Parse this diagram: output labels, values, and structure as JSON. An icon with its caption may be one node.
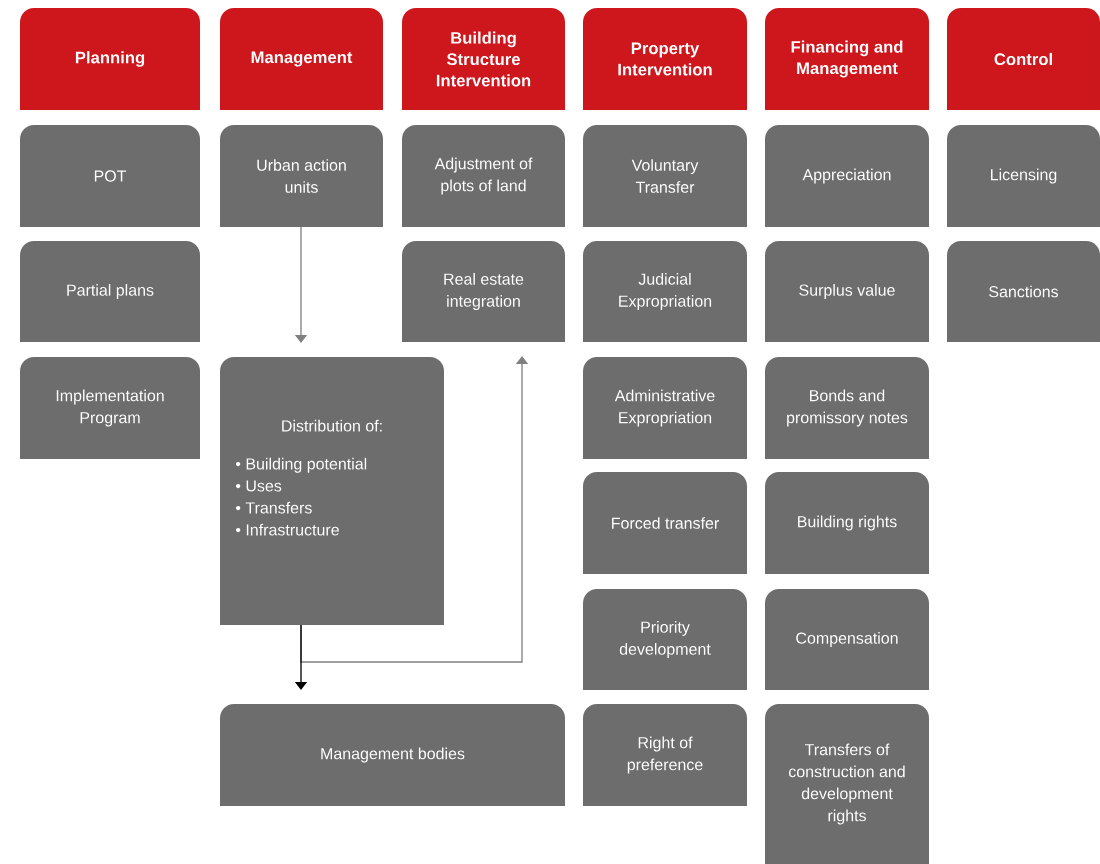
{
  "diagram": {
    "nodes": [
      {
        "text": [
          "Planning"
        ]
      },
      {
        "text": [
          "Management"
        ]
      },
      {
        "text": [
          "Building Structure Intervention"
        ]
      },
      {
        "text": [
          "Property Intervention"
        ]
      },
      {
        "text": [
          "Financing and Management"
        ]
      },
      {
        "text": [
          "Control"
        ]
      },
      {
        "text": [
          "POT"
        ]
      },
      {
        "text": [
          "Urban action units"
        ]
      },
      {
        "text": [
          "Adjustment of plots of land"
        ]
      },
      {
        "text": [
          "Voluntary Transfer"
        ]
      },
      {
        "text": [
          "Appreciation"
        ]
      },
      {
        "text": [
          "Licensing"
        ]
      },
      {
        "text": [
          "Partial plans"
        ]
      },
      {
        "text": [
          "Real estate integration"
        ]
      },
      {
        "text": [
          "Judicial Expropriation"
        ]
      },
      {
        "text": [
          "Surplus value"
        ]
      },
      {
        "text": [
          "Sanctions"
        ]
      },
      {
        "text": [
          "Implementation Program"
        ]
      },
      {
        "text": [
          "Distribution of:",
          "• Building potential",
          "• Uses",
          "• Transfers",
          "• Infrastructure"
        ]
      },
      {
        "text": [
          "Administrative Expropriation"
        ]
      },
      {
        "text": [
          "Bonds and promissory notes"
        ]
      },
      {
        "text": [
          "Forced transfer"
        ]
      },
      {
        "text": [
          "Building rights"
        ]
      },
      {
        "text": [
          "Priority development"
        ]
      },
      {
        "text": [
          "Compensation"
        ]
      },
      {
        "text": [
          "Management bodies"
        ]
      },
      {
        "text": [
          "Right of preference"
        ]
      },
      {
        "text": [
          "Transfers of construction and development rights"
        ]
      }
    ],
    "edges": [
      {
        "from": 7,
        "to": 18,
        "arrow": "to"
      },
      {
        "from": 18,
        "to": 13,
        "arrow": "to"
      },
      {
        "from": 18,
        "to": 25,
        "arrow": "to",
        "color": "#000000"
      }
    ]
  }
}
